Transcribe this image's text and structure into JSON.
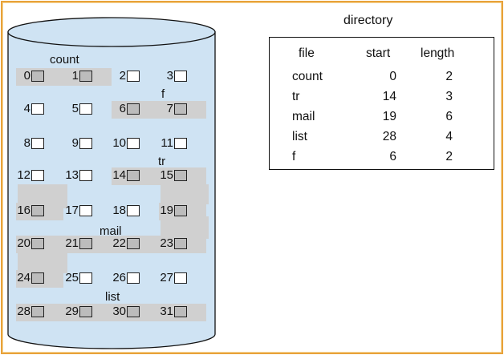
{
  "disk": {
    "fill_color": "#cfe3f3",
    "allocated_color": "#d0d0d0",
    "box_allocated_color": "#bcbcbc",
    "box_free_color": "#ffffff",
    "blocks": [
      {
        "n": "0",
        "allocated": true
      },
      {
        "n": "1",
        "allocated": true
      },
      {
        "n": "2",
        "allocated": false
      },
      {
        "n": "3",
        "allocated": false
      },
      {
        "n": "4",
        "allocated": false
      },
      {
        "n": "5",
        "allocated": false
      },
      {
        "n": "6",
        "allocated": true
      },
      {
        "n": "7",
        "allocated": true
      },
      {
        "n": "8",
        "allocated": false
      },
      {
        "n": "9",
        "allocated": false
      },
      {
        "n": "10",
        "allocated": false
      },
      {
        "n": "11",
        "allocated": false
      },
      {
        "n": "12",
        "allocated": false
      },
      {
        "n": "13",
        "allocated": false
      },
      {
        "n": "14",
        "allocated": true
      },
      {
        "n": "15",
        "allocated": true
      },
      {
        "n": "16",
        "allocated": true
      },
      {
        "n": "17",
        "allocated": false
      },
      {
        "n": "18",
        "allocated": false
      },
      {
        "n": "19",
        "allocated": true
      },
      {
        "n": "20",
        "allocated": true
      },
      {
        "n": "21",
        "allocated": true
      },
      {
        "n": "22",
        "allocated": true
      },
      {
        "n": "23",
        "allocated": true
      },
      {
        "n": "24",
        "allocated": true
      },
      {
        "n": "25",
        "allocated": false
      },
      {
        "n": "26",
        "allocated": false
      },
      {
        "n": "27",
        "allocated": false
      },
      {
        "n": "28",
        "allocated": true
      },
      {
        "n": "29",
        "allocated": true
      },
      {
        "n": "30",
        "allocated": true
      },
      {
        "n": "31",
        "allocated": true
      }
    ],
    "file_labels": [
      "count",
      "f",
      "tr",
      "mail",
      "list"
    ]
  },
  "directory": {
    "title": "directory",
    "headers": [
      "file",
      "start",
      "length"
    ],
    "rows": [
      [
        "count",
        "0",
        "2"
      ],
      [
        "tr",
        "14",
        "3"
      ],
      [
        "mail",
        "19",
        "6"
      ],
      [
        "list",
        "28",
        "4"
      ],
      [
        "f",
        "6",
        "2"
      ]
    ]
  }
}
